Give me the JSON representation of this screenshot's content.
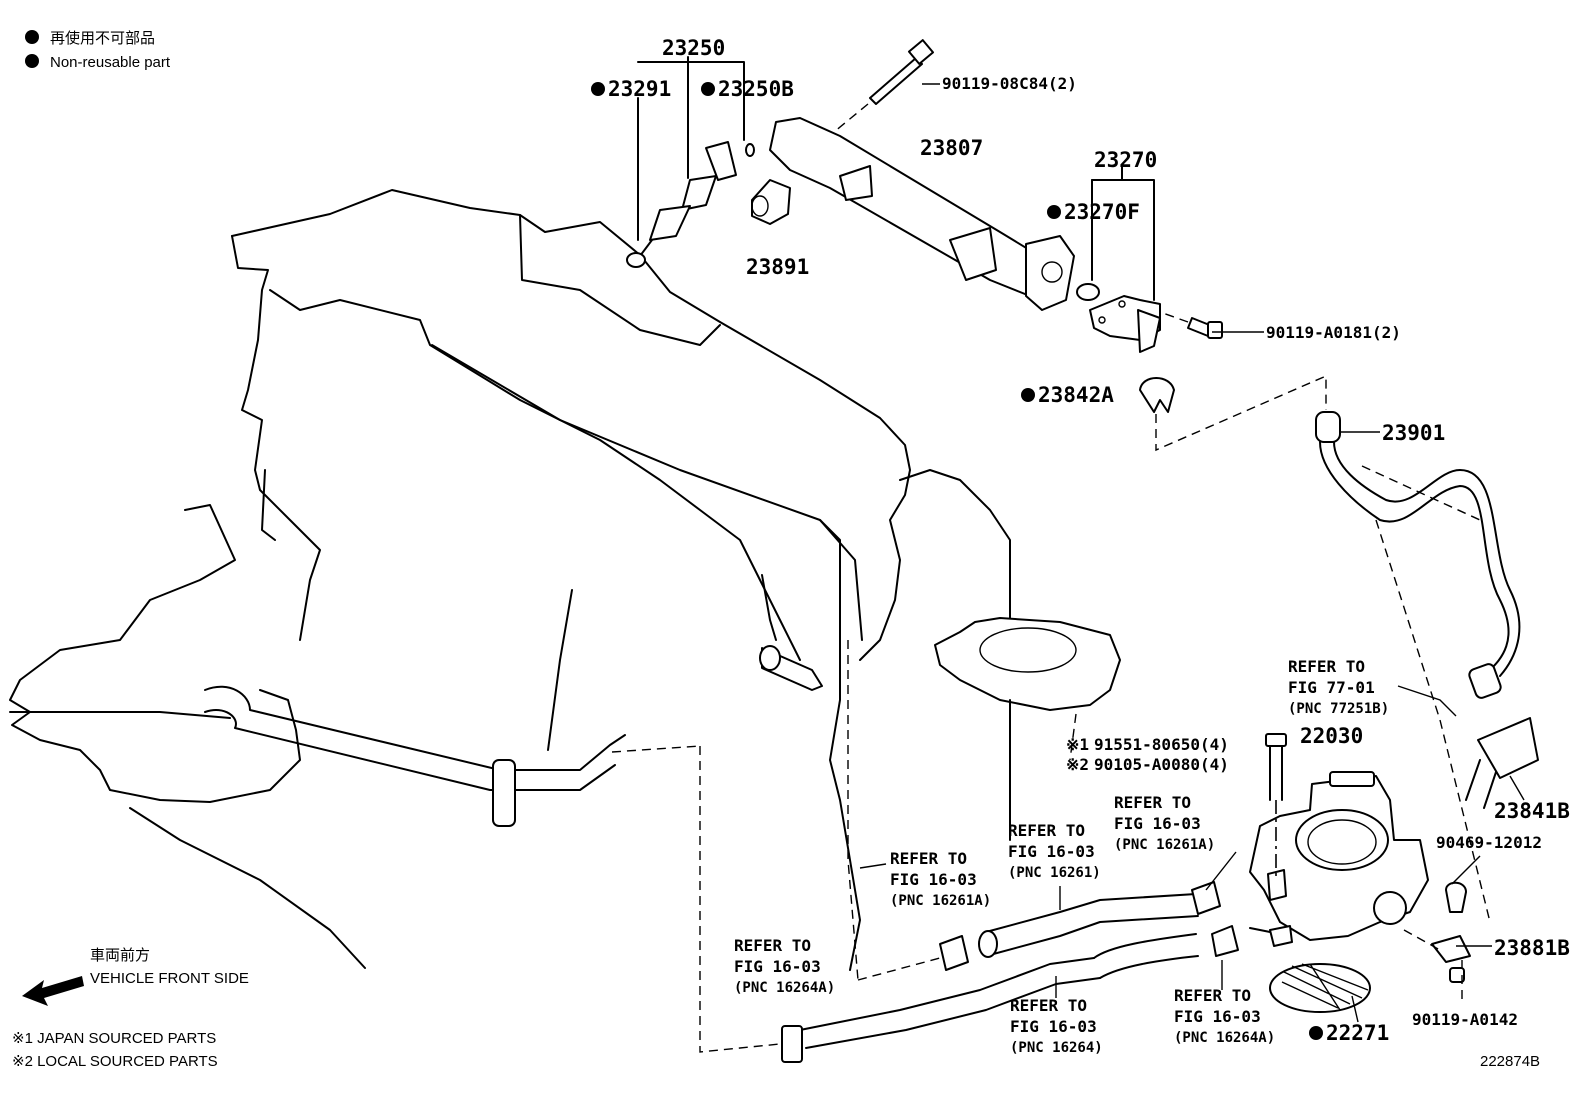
{
  "legend": {
    "non_reusable_jp": "再使用不可部品",
    "non_reusable_en": "Non-reusable part"
  },
  "parts": {
    "p23250": "23250",
    "p23291": "23291",
    "p23250B": "23250B",
    "p90119_08C84": "90119-08C84(2)",
    "p23807": "23807",
    "p23891": "23891",
    "p23270": "23270",
    "p23270F": "23270F",
    "p90119_A0181": "90119-A0181(2)",
    "p23842A": "23842A",
    "p23901": "23901",
    "p22030": "22030",
    "p91551": "91551-80650(4)",
    "p90105": "90105-A0080(4)",
    "p23841B": "23841B",
    "p90469": "90469-12012",
    "p23881B": "23881B",
    "p90119_A0142": "90119-A0142",
    "p22271": "22271",
    "mark1": "※1",
    "mark2": "※2"
  },
  "refs": [
    {
      "line1": "REFER TO",
      "line2": "FIG 77-01",
      "line3": "(PNC 77251B)"
    },
    {
      "line1": "REFER TO",
      "line2": "FIG 16-03",
      "line3": "(PNC 16261A)"
    },
    {
      "line1": "REFER TO",
      "line2": "FIG 16-03",
      "line3": "(PNC 16261)"
    },
    {
      "line1": "REFER TO",
      "line2": "FIG 16-03",
      "line3": "(PNC 16261A)"
    },
    {
      "line1": "REFER TO",
      "line2": "FIG 16-03",
      "line3": "(PNC 16264A)"
    },
    {
      "line1": "REFER TO",
      "line2": "FIG 16-03",
      "line3": "(PNC 16264)"
    },
    {
      "line1": "REFER TO",
      "line2": "FIG 16-03",
      "line3": "(PNC 16264A)"
    }
  ],
  "front": {
    "jp": "車両前方",
    "en": "VEHICLE FRONT SIDE"
  },
  "notes": {
    "n1": "※1 JAPAN SOURCED PARTS",
    "n2": "※2 LOCAL SOURCED PARTS"
  },
  "figure_id": "222874B"
}
